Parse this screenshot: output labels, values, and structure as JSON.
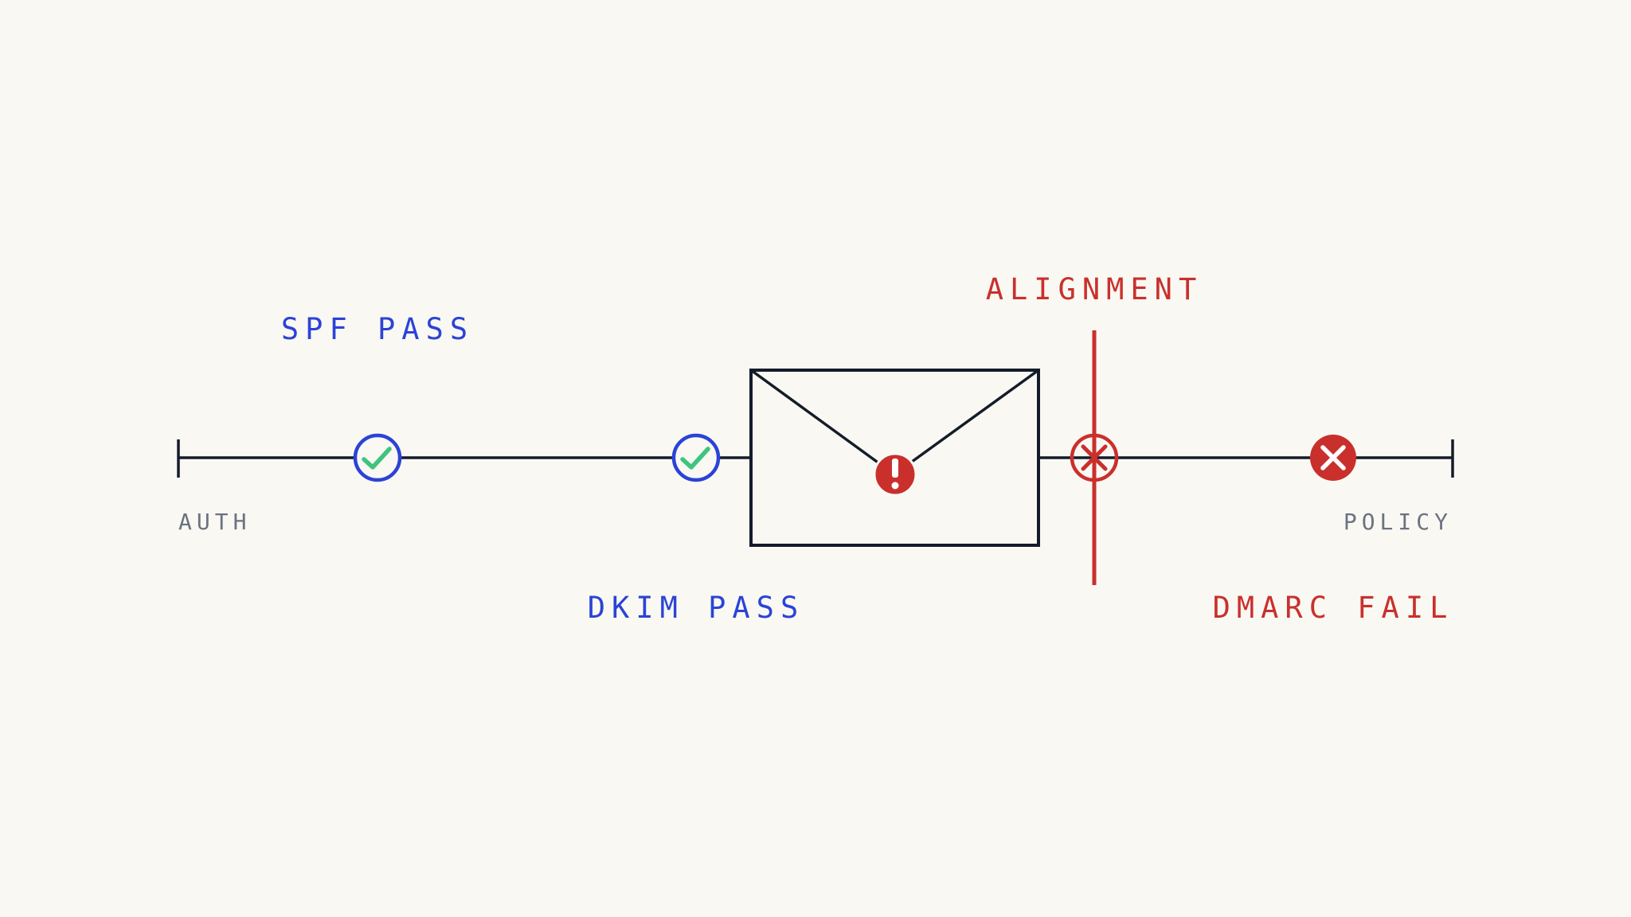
{
  "labels": {
    "spf": "SPF PASS",
    "dkim": "DKIM PASS",
    "alignment": "ALIGNMENT",
    "dmarc": "DMARC FAIL",
    "auth": "AUTH",
    "policy": "POLICY"
  },
  "icons": {
    "spf_node": "check-circle-icon",
    "dkim_node": "check-circle-icon",
    "envelope": "envelope-icon",
    "envelope_badge": "exclamation-icon",
    "alignment_node": "x-circle-outline-icon",
    "dmarc_node": "x-circle-filled-icon"
  },
  "colors": {
    "background": "#f9f8f3",
    "line": "#141c2a",
    "pass": "#2b43d6",
    "check": "#3fc47e",
    "fail": "#c9302c",
    "muted": "#6b7280"
  }
}
